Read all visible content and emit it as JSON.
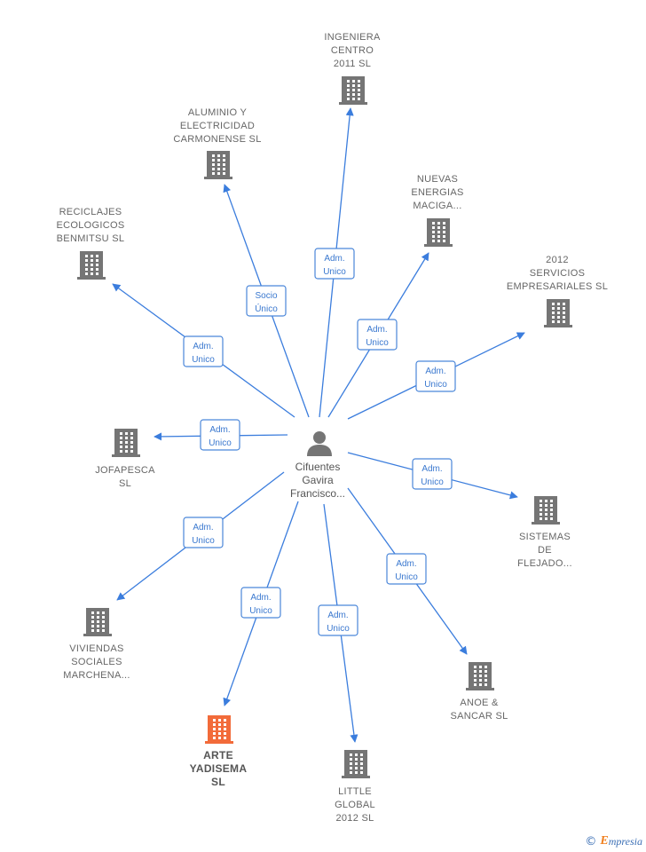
{
  "center": {
    "label_lines": [
      "Cifuentes",
      "Gavira",
      "Francisco..."
    ]
  },
  "companies": [
    {
      "id": "ingeniera",
      "lines": [
        "INGENIERA",
        "CENTRO",
        "2011 SL"
      ],
      "highlight": false
    },
    {
      "id": "aluminio",
      "lines": [
        "ALUMINIO Y",
        "ELECTRICIDAD",
        "CARMONENSE SL"
      ],
      "highlight": false
    },
    {
      "id": "nuevas",
      "lines": [
        "NUEVAS",
        "ENERGIAS",
        "MACIGA..."
      ],
      "highlight": false
    },
    {
      "id": "reciclajes",
      "lines": [
        "RECICLAJES",
        "ECOLOGICOS",
        "BENMITSU  SL"
      ],
      "highlight": false
    },
    {
      "id": "servicios2012",
      "lines": [
        "2012",
        "SERVICIOS",
        "EMPRESARIALES SL"
      ],
      "highlight": false
    },
    {
      "id": "jofapesca",
      "lines": [
        "JOFAPESCA",
        "SL"
      ],
      "highlight": false
    },
    {
      "id": "sistemas",
      "lines": [
        "SISTEMAS",
        "DE",
        "FLEJADO..."
      ],
      "highlight": false
    },
    {
      "id": "viviendas",
      "lines": [
        "VIVIENDAS",
        "SOCIALES",
        "MARCHENA..."
      ],
      "highlight": false
    },
    {
      "id": "anoe",
      "lines": [
        "ANOE &",
        "SANCAR  SL"
      ],
      "highlight": false
    },
    {
      "id": "arte",
      "lines": [
        "ARTE",
        "YADISEMA",
        "SL"
      ],
      "highlight": true
    },
    {
      "id": "little",
      "lines": [
        "LITTLE",
        "GLOBAL",
        "2012 SL"
      ],
      "highlight": false
    }
  ],
  "relations": [
    {
      "to": "ingeniera",
      "lines": [
        "Adm.",
        "Unico"
      ]
    },
    {
      "to": "aluminio",
      "lines": [
        "Socio",
        "Único"
      ]
    },
    {
      "to": "nuevas",
      "lines": [
        "Adm.",
        "Unico"
      ]
    },
    {
      "to": "reciclajes",
      "lines": [
        "Adm.",
        "Unico"
      ]
    },
    {
      "to": "servicios2012",
      "lines": [
        "Adm.",
        "Unico"
      ]
    },
    {
      "to": "jofapesca",
      "lines": [
        "Adm.",
        "Unico"
      ]
    },
    {
      "to": "sistemas",
      "lines": [
        "Adm.",
        "Unico"
      ]
    },
    {
      "to": "viviendas",
      "lines": [
        "Adm.",
        "Unico"
      ]
    },
    {
      "to": "anoe",
      "lines": [
        "Adm.",
        "Unico"
      ]
    },
    {
      "to": "arte",
      "lines": [
        "Adm.",
        "Unico"
      ]
    },
    {
      "to": "little",
      "lines": [
        "Adm.",
        "Unico"
      ]
    }
  ],
  "colors": {
    "building": "#757575",
    "building_highlight": "#f26b3a",
    "person": "#757575",
    "edge": "#3b7ddd"
  },
  "icons": {
    "company": "building-icon",
    "person": "person-icon"
  },
  "footer": {
    "copyright": "©",
    "brand_initial": "E",
    "brand_rest": "mpresia"
  }
}
